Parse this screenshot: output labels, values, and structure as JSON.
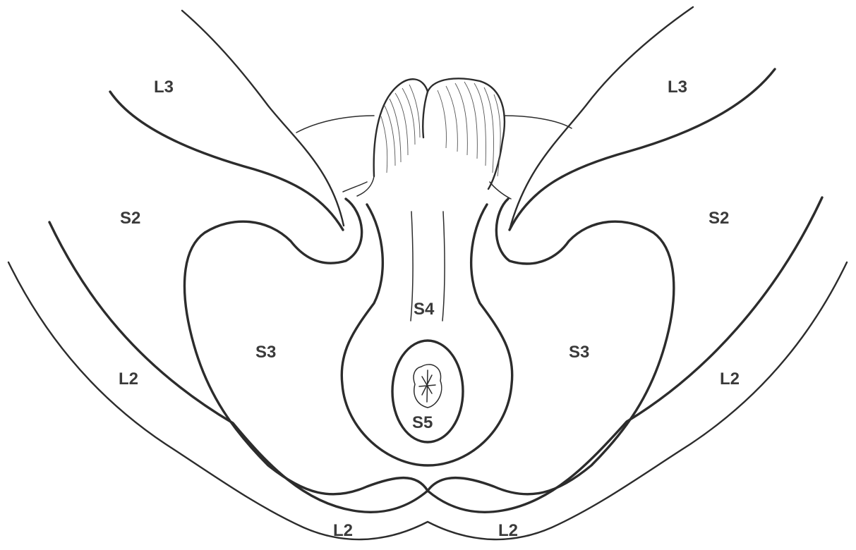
{
  "labels": {
    "l3_left": "L3",
    "l3_right": "L3",
    "s2_left": "S2",
    "s2_right": "S2",
    "s3_left": "S3",
    "s3_right": "S3",
    "s4": "S4",
    "s5": "S5",
    "l2_left": "L2",
    "l2_right": "L2",
    "l2_bottom_left": "L2",
    "l2_bottom_right": "L2"
  }
}
